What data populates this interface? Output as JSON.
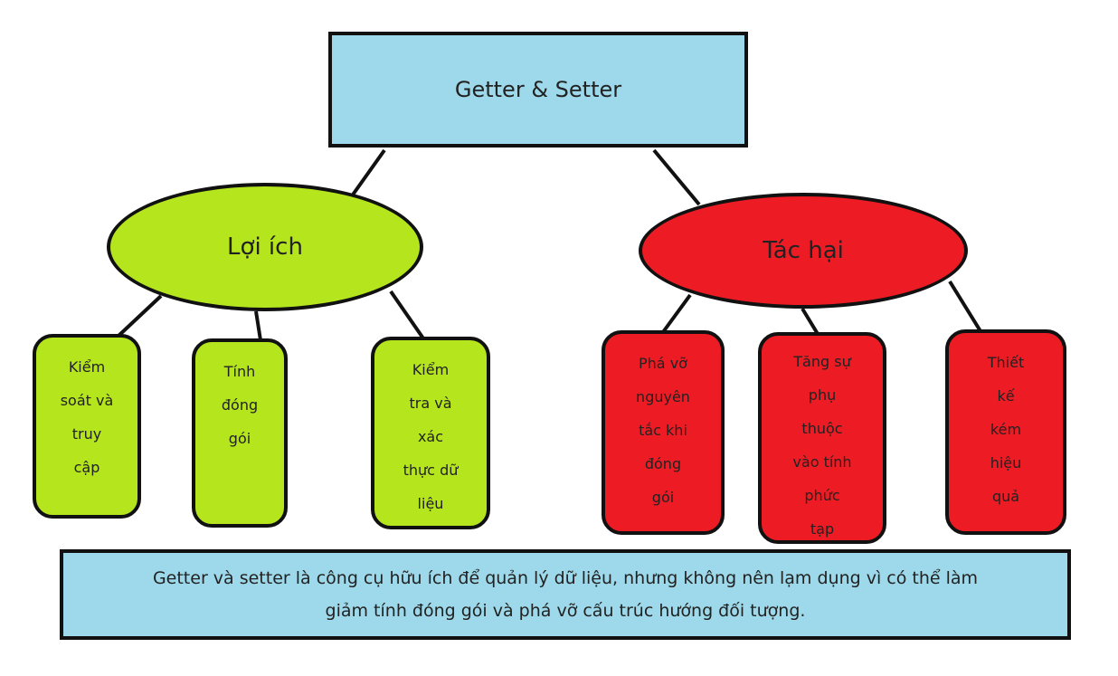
{
  "title": "Getter & Setter",
  "colors": {
    "title_fill": "#9dd9ea",
    "benefit_fill": "#b5e61d",
    "drawback_fill": "#ed1c24",
    "summary_fill": "#9dd9ea"
  },
  "benefits": {
    "label": "Lợi ích",
    "items": [
      {
        "label": "Kiểm\nsoát và\ntruy\ncập"
      },
      {
        "label": "Tính\nđóng\ngói"
      },
      {
        "label": "Kiểm\ntra và\nxác\nthực dữ\nliệu"
      }
    ]
  },
  "drawbacks": {
    "label": "Tác hại",
    "items": [
      {
        "label": "Phá vỡ\nnguyên\ntắc khi\nđóng\ngói"
      },
      {
        "label": "Tăng sự\nphụ\nthuộc\nvào tính\nphức\ntạp"
      },
      {
        "label": "Thiết\nkế\nkém\nhiệu\nquả"
      }
    ]
  },
  "summary": "Getter và setter là công cụ hữu ích để quản lý dữ liệu, nhưng không nên lạm dụng vì có thể làm\ngiảm tính đóng gói và phá vỡ cấu trúc hướng đối tượng."
}
